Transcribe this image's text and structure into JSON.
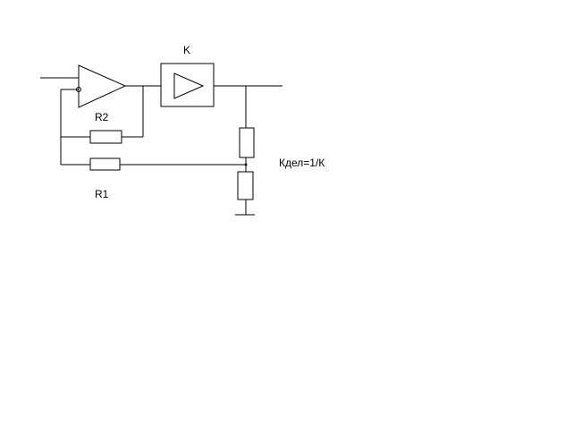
{
  "labels": {
    "amplifier": "K",
    "r2": "R2",
    "r1": "R1",
    "divider": "Кдел=1/К"
  },
  "colors": {
    "stroke": "#000000",
    "background": "#ffffff"
  }
}
